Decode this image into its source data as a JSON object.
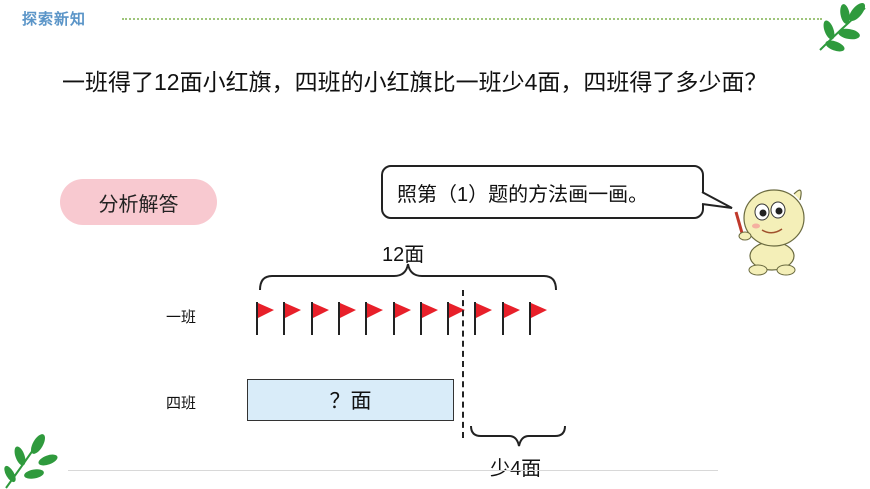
{
  "header": {
    "section_title": "探索新知"
  },
  "problem": {
    "text": "一班得了12面小红旗，四班的小红旗比一班少4面，四班得了多少面？"
  },
  "analysis_button": {
    "label": "分析解答"
  },
  "speech_bubble": {
    "text": "照第（1）题的方法画一画。"
  },
  "diagram": {
    "total_label": "12面",
    "row1_label": "一班",
    "row2_label": "四班",
    "bar_label": "？面",
    "difference_label": "少4面",
    "flag_count": 11,
    "flag_color": "#e8202a",
    "bar_color": "#d9ecf9"
  },
  "colors": {
    "section_title": "#5b95c8",
    "pill": "#f8c9d0",
    "leaf": "#2f9a3d"
  }
}
